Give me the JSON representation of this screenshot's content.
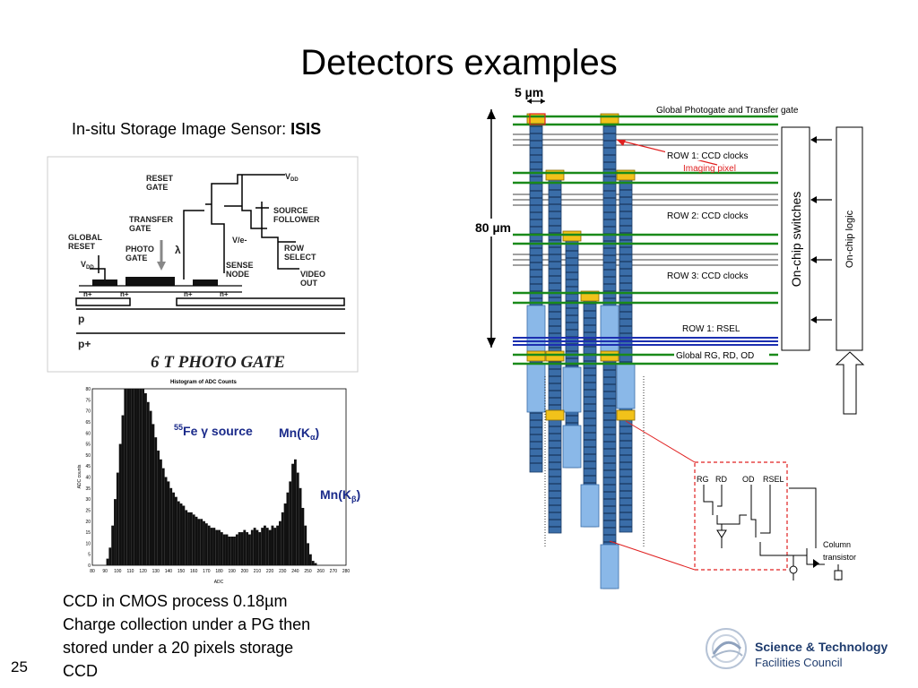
{
  "slide": {
    "title": "Detectors examples",
    "subtitle_prefix": "In-situ Storage Image Sensor: ",
    "subtitle_bold": "ISIS",
    "bottom_lines": [
      "CCD in CMOS process 0.18µm",
      "Charge collection under a PG then",
      "stored under a 20 pixels storage",
      "CCD"
    ],
    "page_number": "25"
  },
  "photogate": {
    "caption": "6 T PHOTO GATE",
    "labels": {
      "reset_gate": [
        "RESET",
        "GATE"
      ],
      "vdd_top": "V",
      "vdd_top_sub": "DD",
      "transfer_gate": [
        "TRANSFER",
        "GATE"
      ],
      "source_follower": [
        "SOURCE",
        "FOLLOWER"
      ],
      "global_reset": [
        "GLOBAL",
        "RESET"
      ],
      "photo_gate": [
        "PHOTO",
        "GATE"
      ],
      "lambda": "λ",
      "v_e": "V/e-",
      "row_select": [
        "ROW",
        "SELECT"
      ],
      "vdd_left": "V",
      "vdd_left_sub": "DD",
      "sense_node": [
        "SENSE",
        "NODE"
      ],
      "video_out": [
        "VIDEO",
        "OUT"
      ],
      "n_plus": "n+",
      "p": "p",
      "p_plus": "p+"
    }
  },
  "histogram": {
    "title": "Histogram of ADC Counts",
    "xlabel": "ADC",
    "ylabel": "ADC counts",
    "annotation_source_sup": "55",
    "annotation_source": "Fe γ source",
    "annotation_kalpha": "Mn(K",
    "annotation_kalpha_sub": "α",
    "annotation_kbeta": "Mn(K",
    "annotation_kbeta_sub": "β",
    "close_paren": ")",
    "x_ticks": [
      "80",
      "90",
      "100",
      "110",
      "120",
      "130",
      "140",
      "150",
      "160",
      "170",
      "180",
      "190",
      "200",
      "210",
      "220",
      "230",
      "240",
      "250",
      "260",
      "270",
      "280"
    ],
    "y_ticks": [
      "0",
      "5",
      "10",
      "15",
      "20",
      "25",
      "30",
      "35",
      "40",
      "45",
      "50",
      "55",
      "60",
      "65",
      "70",
      "75",
      "80"
    ]
  },
  "chart_data": {
    "type": "bar",
    "title": "Histogram of ADC Counts",
    "xlabel": "ADC",
    "ylabel": "ADC counts",
    "xlim": [
      80,
      280
    ],
    "ylim": [
      0,
      80
    ],
    "bin_width": 2,
    "x": [
      92,
      94,
      96,
      98,
      100,
      102,
      104,
      106,
      108,
      110,
      112,
      114,
      116,
      118,
      120,
      122,
      124,
      126,
      128,
      130,
      132,
      134,
      136,
      138,
      140,
      142,
      144,
      146,
      148,
      150,
      152,
      154,
      156,
      158,
      160,
      162,
      164,
      166,
      168,
      170,
      172,
      174,
      176,
      178,
      180,
      182,
      184,
      186,
      188,
      190,
      192,
      194,
      196,
      198,
      200,
      202,
      204,
      206,
      208,
      210,
      212,
      214,
      216,
      218,
      220,
      222,
      224,
      226,
      228,
      230,
      232,
      234,
      236,
      238,
      240,
      242,
      244,
      246,
      248,
      250,
      252,
      254,
      256
    ],
    "values": [
      3,
      8,
      18,
      30,
      42,
      55,
      68,
      80,
      80,
      80,
      80,
      80,
      80,
      80,
      80,
      78,
      74,
      70,
      64,
      58,
      52,
      48,
      44,
      40,
      38,
      35,
      33,
      31,
      29,
      28,
      27,
      25,
      24,
      24,
      23,
      22,
      21,
      21,
      20,
      19,
      18,
      17,
      17,
      16,
      16,
      15,
      14,
      14,
      13,
      13,
      13,
      14,
      15,
      15,
      16,
      15,
      14,
      16,
      17,
      16,
      15,
      17,
      18,
      17,
      16,
      18,
      17,
      18,
      20,
      24,
      28,
      33,
      38,
      46,
      48,
      42,
      35,
      26,
      18,
      10,
      5,
      2,
      1
    ]
  },
  "layout_diagram": {
    "scale_5um": "5 µm",
    "scale_80um": "80 µm",
    "global_photogate": "Global Photogate and Transfer gate",
    "row1_ccd": "ROW 1: CCD clocks",
    "imaging_pixel": "Imaging pixel",
    "row2_ccd": "ROW 2: CCD clocks",
    "row3_ccd": "ROW 3: CCD clocks",
    "row1_rsel": "ROW 1: RSEL",
    "global_rg": "Global RG, RD, OD",
    "onchip_switches": "On-chip switches",
    "onchip_logic": "On-chip logic",
    "pixel_labels": [
      "RG",
      "RD",
      "OD",
      "RSEL"
    ],
    "column_transistor": [
      "Column",
      "transistor"
    ]
  },
  "logo": {
    "line1": "Science & Technology",
    "line2": "Facilities Council",
    "color": "#1f3c6e"
  },
  "colors": {
    "green_line": "#1a8a1a",
    "ccd_column": "#3a6da8",
    "ccd_light": "#8ab8e8",
    "gate_yellow": "#f2c21a",
    "red_line": "#e02020",
    "rsel_blue": "#1c2fb0"
  }
}
